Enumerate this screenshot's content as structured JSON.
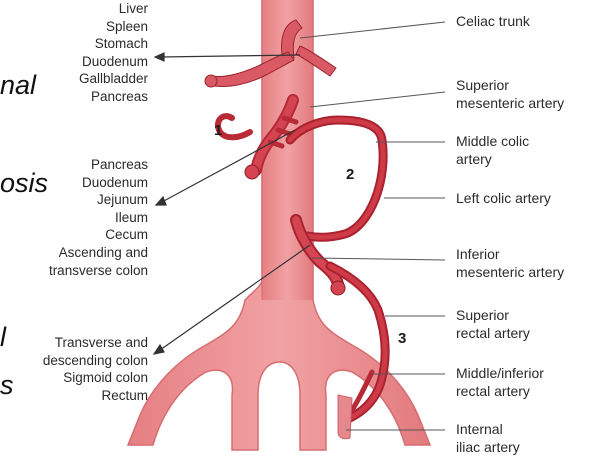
{
  "fragments": {
    "top": "nal",
    "middle": "osis",
    "bottom1": "l",
    "bottom2": "s"
  },
  "organs": {
    "foregut": [
      "Liver",
      "Spleen",
      "Stomach",
      "Duodenum",
      "Gallbladder",
      "Pancreas"
    ],
    "midgut": [
      "Pancreas",
      "Duodenum",
      "Jejunum",
      "Ileum",
      "Cecum",
      "Ascending and",
      "transverse colon"
    ],
    "hindgut": [
      "Transverse and",
      "descending colon",
      "Sigmoid colon",
      "Rectum"
    ]
  },
  "numbers": {
    "one": "1",
    "two": "2",
    "three": "3"
  },
  "labels": {
    "celiac": [
      "Celiac trunk"
    ],
    "sma": [
      "Superior",
      "mesenteric artery"
    ],
    "middle_colic": [
      "Middle colic",
      "artery"
    ],
    "left_colic": [
      "Left colic artery"
    ],
    "ima": [
      "Inferior",
      "mesenteric artery"
    ],
    "sup_rectal": [
      "Superior",
      "rectal artery"
    ],
    "mid_inf_rectal": [
      "Middle/inferior",
      "rectal artery"
    ],
    "internal_iliac": [
      "Internal",
      "iliac artery"
    ]
  },
  "colors": {
    "aorta": "#e8898b",
    "aorta_edge": "#d66d70",
    "artery": "#c8303d",
    "artery_dark": "#8d1c26",
    "text": "#2b2b2b"
  }
}
